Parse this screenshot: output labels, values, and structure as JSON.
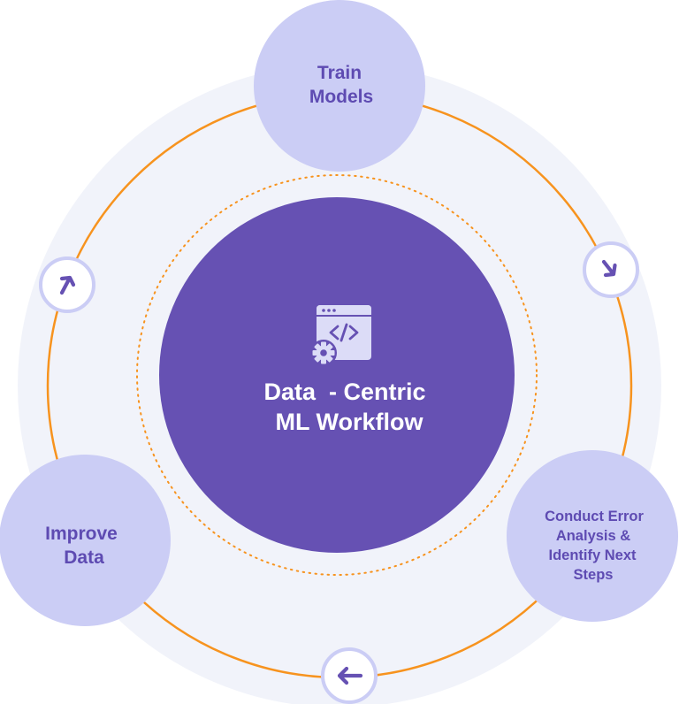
{
  "center": {
    "title_line1": "Data  - Centric",
    "title_line2": "ML Workflow",
    "icon": "code-window-gear-icon"
  },
  "nodes": {
    "train": {
      "line1": "Train",
      "line2": "Models"
    },
    "improve": {
      "line1": "Improve",
      "line2": "Data"
    },
    "analysis": {
      "line1": "Conduct Error",
      "line2": "Analysis &",
      "line3": "Identify Next",
      "line4": "Steps"
    }
  },
  "arrows": {
    "top_right": "arrow-down-right-icon",
    "bottom": "arrow-left-icon",
    "left": "arrow-up-right-icon"
  },
  "colors": {
    "background_disc": "#f1f3fa",
    "cycle_ring": "#f7931e",
    "center_fill": "#6651b3",
    "node_fill": "#cbcdf5",
    "node_text": "#5e4bb2",
    "arrow": "#6651b3"
  }
}
